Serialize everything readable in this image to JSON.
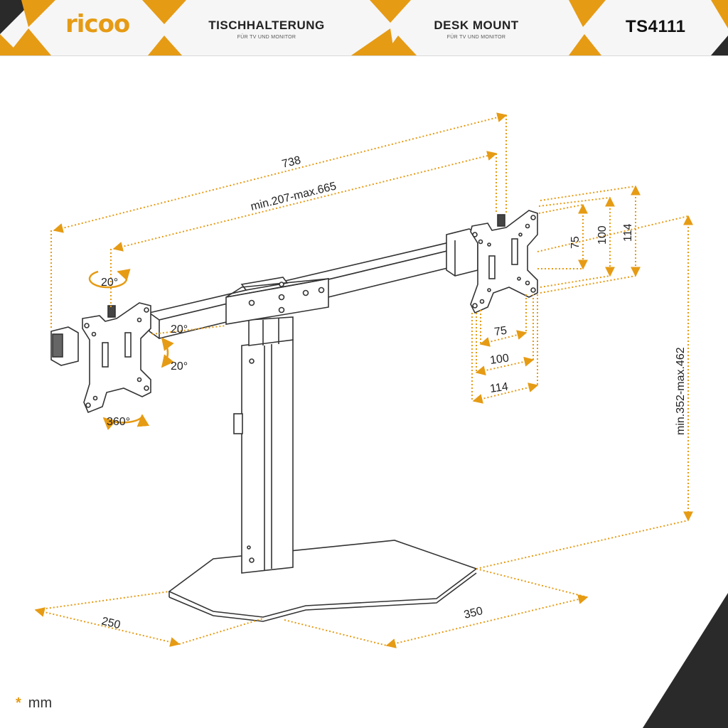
{
  "header": {
    "logo_text": "ricoo",
    "title_de": "TISCHHALTERUNG",
    "subtitle_de": "FÜR TV UND MONITOR",
    "title_en": "DESK MOUNT",
    "subtitle_en": "FÜR TV UND MONITOR",
    "model": "TS4111"
  },
  "colors": {
    "accent": "#e69b14",
    "dark": "#2a2a2a",
    "line": "#333333"
  },
  "dimensions": {
    "total_width": "738",
    "arm_span": "min.207-max.665",
    "height": "min.352-max.462",
    "base_depth": "250",
    "base_width": "350",
    "vesa_v_75": "75",
    "vesa_v_100": "100",
    "vesa_v_114": "114",
    "vesa_h_75": "75",
    "vesa_h_100": "100",
    "vesa_h_114": "114",
    "tilt_top": "20°",
    "tilt_up": "20°",
    "tilt_down": "20°",
    "rotation": "360°"
  },
  "legend": {
    "symbol": "*",
    "unit": "mm"
  }
}
